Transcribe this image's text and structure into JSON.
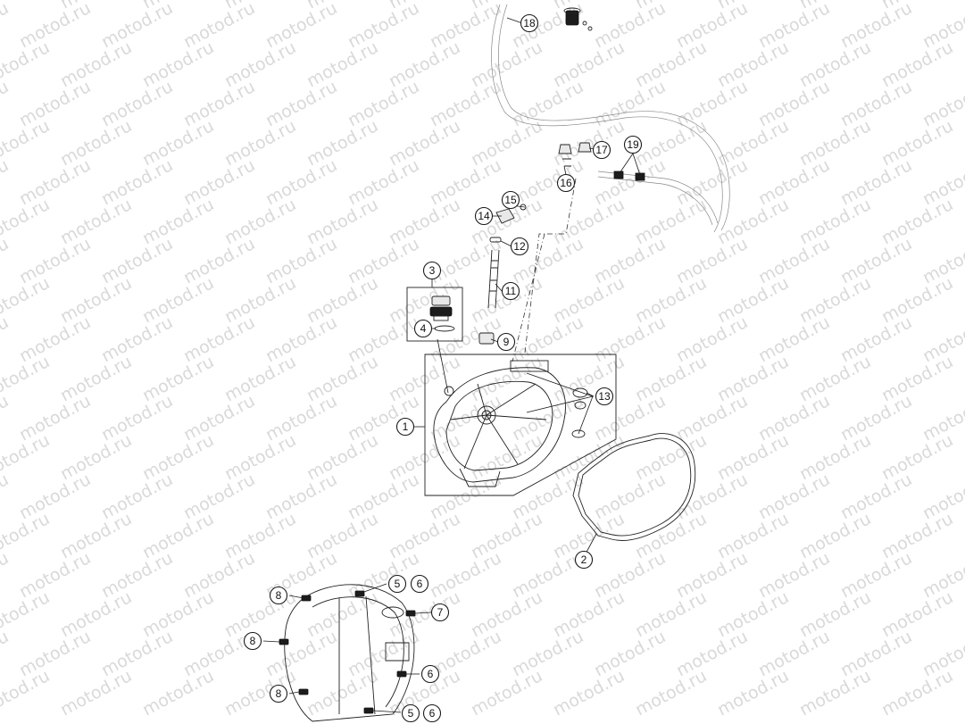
{
  "watermark": "motod.ru",
  "callouts": {
    "c1": "1",
    "c2": "2",
    "c3": "3",
    "c4": "4",
    "c5a": "5",
    "c6a": "6",
    "c7": "7",
    "c8a": "8",
    "c8b": "8",
    "c6b": "6",
    "c8c": "8",
    "c5b": "5",
    "c6c": "6",
    "c9": "9",
    "c11": "11",
    "c12": "12",
    "c13": "13",
    "c14": "14",
    "c15": "15",
    "c16": "16",
    "c17": "17",
    "c18": "18",
    "c19": "19"
  }
}
